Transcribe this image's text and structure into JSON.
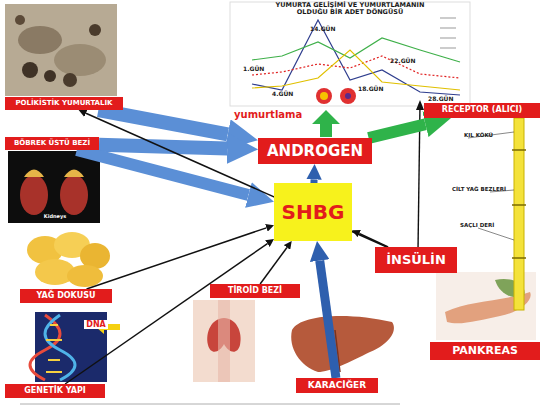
{
  "diagram": {
    "nodes": [
      {
        "text": [
          "POLİKİSTİK YUMURTALIK"
        ]
      },
      {
        "text": [
          "RECEPTOR (ALICI)"
        ]
      },
      {
        "text": [
          "BÖBREK ÜSTÜ BEZİ"
        ]
      },
      {
        "text": [
          "ANDROGEN"
        ]
      },
      {
        "text": [
          "SHBG"
        ]
      },
      {
        "text": [
          "İNSÜLİN"
        ]
      },
      {
        "text": [
          "TİROİD BEZİ"
        ]
      },
      {
        "text": [
          "YAĞ DOKUSU"
        ]
      },
      {
        "text": [
          "PANKREAS"
        ]
      },
      {
        "text": [
          "GENETİK YAPI"
        ]
      },
      {
        "text": [
          "KARACİĞER"
        ]
      }
    ],
    "edges": [
      {
        "from": 0,
        "to": 3,
        "arrow": "to"
      },
      {
        "from": 2,
        "to": 3,
        "arrow": "to"
      },
      {
        "from": 2,
        "to": 4,
        "arrow": "to"
      },
      {
        "from": 7,
        "to": 4,
        "arrow": "to"
      },
      {
        "from": 9,
        "to": 4,
        "arrow": "to"
      },
      {
        "from": 6,
        "to": 4,
        "arrow": "to"
      },
      {
        "from": 10,
        "to": 4,
        "arrow": "to"
      },
      {
        "from": 4,
        "to": 3,
        "arrow": "to"
      },
      {
        "from": 5,
        "to": 4,
        "arrow": "to"
      },
      {
        "from": 5,
        "to": 0,
        "arrow": "to"
      },
      {
        "from": 3,
        "to": 1,
        "arrow": "to"
      }
    ],
    "labels": [
      "YUMURTA GELİŞİMİ VE YUMURTLAMANIN OLDUĞU BİR ADET DÖNGÜSÜ",
      "1.GÜN",
      "4.GÜN",
      "14.GÜN",
      "18.GÜN",
      "22.GÜN",
      "28.GÜN",
      "yumurtlama",
      "KIL KÖKÜ",
      "CİLT YAĞ BEZLERİ",
      "SAÇLI DERİ",
      "DNA",
      "Kidneys"
    ]
  }
}
